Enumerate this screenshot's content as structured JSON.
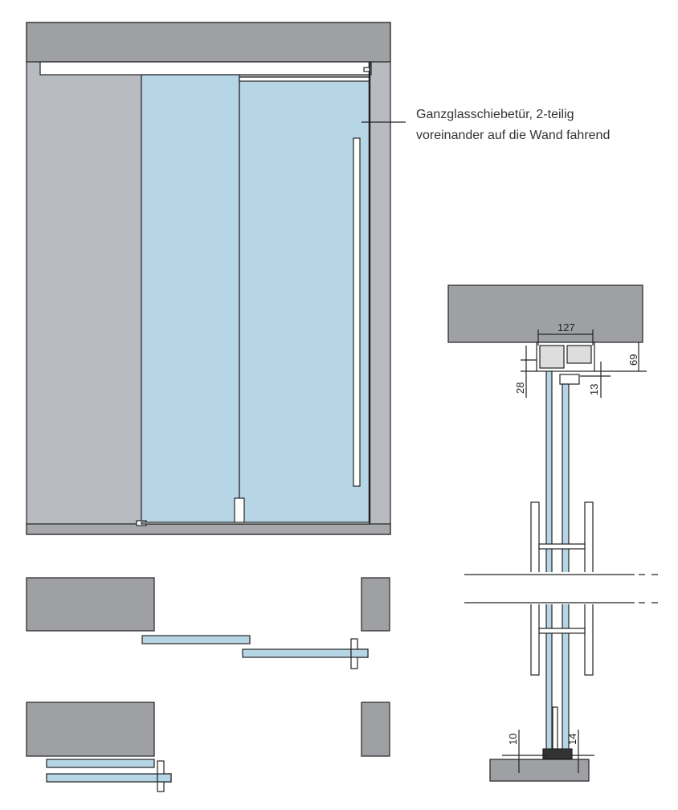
{
  "label": {
    "line1": "Ganzglasschiebetür, 2-teilig",
    "line2": "voreinander auf die Wand fahrend"
  },
  "dimensions": {
    "width": "127",
    "height_total": "69",
    "top_left": "28",
    "top_right": "13",
    "bottom_left": "10",
    "bottom_right": "14"
  },
  "colors": {
    "wall": "#9fa0a4",
    "side_wall": "#b8bcc0",
    "glass": "#b6d5e5",
    "line": "#222222"
  }
}
